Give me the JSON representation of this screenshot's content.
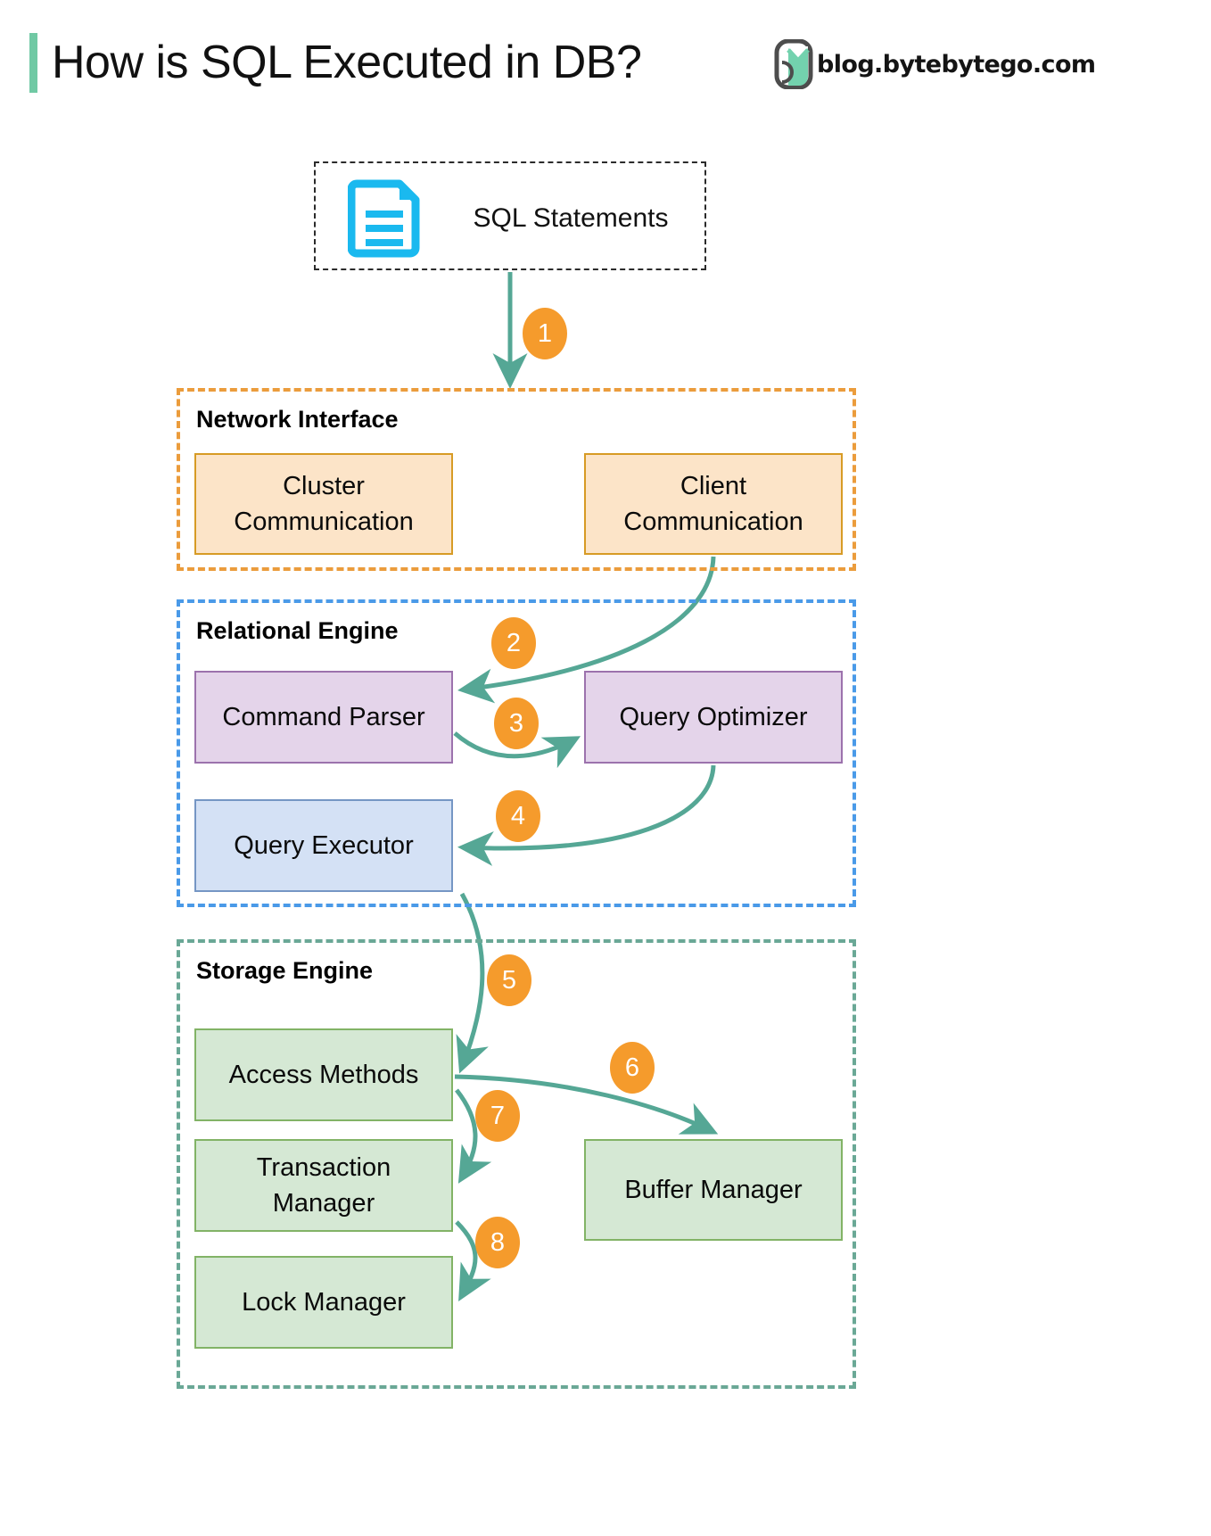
{
  "header": {
    "title": "How is SQL Executed in DB?",
    "brand_text": "blog.bytebytego.com",
    "accent_color": "#70c9a4",
    "logo_icon": "bytebytego-logo-icon"
  },
  "input": {
    "label": "SQL Statements",
    "icon": "document-lines-icon",
    "icon_color": "#1ab9ef",
    "border_style": "dotted"
  },
  "groups": [
    {
      "id": "network-interface",
      "title": "Network Interface",
      "border_color": "#eb9c3c",
      "nodes": [
        {
          "id": "cluster-communication",
          "label": "Cluster\nCommunication",
          "fill": "#fce4c8",
          "stroke": "#d79b25"
        },
        {
          "id": "client-communication",
          "label": "Client\nCommunication",
          "fill": "#fce4c8",
          "stroke": "#d79b25"
        }
      ]
    },
    {
      "id": "relational-engine",
      "title": "Relational Engine",
      "border_color": "#4a9ae8",
      "nodes": [
        {
          "id": "command-parser",
          "label": "Command Parser",
          "fill": "#e4d4ea",
          "stroke": "#9c72ad"
        },
        {
          "id": "query-optimizer",
          "label": "Query Optimizer",
          "fill": "#e4d4ea",
          "stroke": "#9c72ad"
        },
        {
          "id": "query-executor",
          "label": "Query Executor",
          "fill": "#d4e1f5",
          "stroke": "#7596c4"
        }
      ]
    },
    {
      "id": "storage-engine",
      "title": "Storage Engine",
      "border_color": "#6aa896",
      "nodes": [
        {
          "id": "access-methods",
          "label": "Access Methods",
          "fill": "#d5e8d4",
          "stroke": "#82b366"
        },
        {
          "id": "transaction-manager",
          "label": "Transaction\nManager",
          "fill": "#d5e8d4",
          "stroke": "#82b366"
        },
        {
          "id": "lock-manager",
          "label": "Lock Manager",
          "fill": "#d5e8d4",
          "stroke": "#82b366"
        },
        {
          "id": "buffer-manager",
          "label": "Buffer Manager",
          "fill": "#d5e8d4",
          "stroke": "#82b366"
        }
      ]
    }
  ],
  "node_labels": {
    "cluster_communication_line1": "Cluster",
    "cluster_communication_line2": "Communication",
    "client_communication_line1": "Client",
    "client_communication_line2": "Communication",
    "command_parser": "Command Parser",
    "query_optimizer": "Query Optimizer",
    "query_executor": "Query Executor",
    "access_methods": "Access Methods",
    "transaction_manager_line1": "Transaction",
    "transaction_manager_line2": "Manager",
    "lock_manager": "Lock Manager",
    "buffer_manager": "Buffer Manager"
  },
  "steps": [
    {
      "n": "1",
      "from": "SQL Statements",
      "to": "Network Interface"
    },
    {
      "n": "2",
      "from": "Client Communication",
      "to": "Command Parser"
    },
    {
      "n": "3",
      "from": "Command Parser",
      "to": "Query Optimizer"
    },
    {
      "n": "4",
      "from": "Query Optimizer",
      "to": "Query Executor"
    },
    {
      "n": "5",
      "from": "Query Executor",
      "to": "Access Methods"
    },
    {
      "n": "6",
      "from": "Access Methods",
      "to": "Buffer Manager"
    },
    {
      "n": "7",
      "from": "Access Methods",
      "to": "Transaction Manager"
    },
    {
      "n": "8",
      "from": "Transaction Manager",
      "to": "Lock Manager"
    }
  ],
  "colors": {
    "arrow": "#55a795",
    "badge_fill": "#f59b2c",
    "badge_text": "#ffffff",
    "background": "#ffffff"
  }
}
